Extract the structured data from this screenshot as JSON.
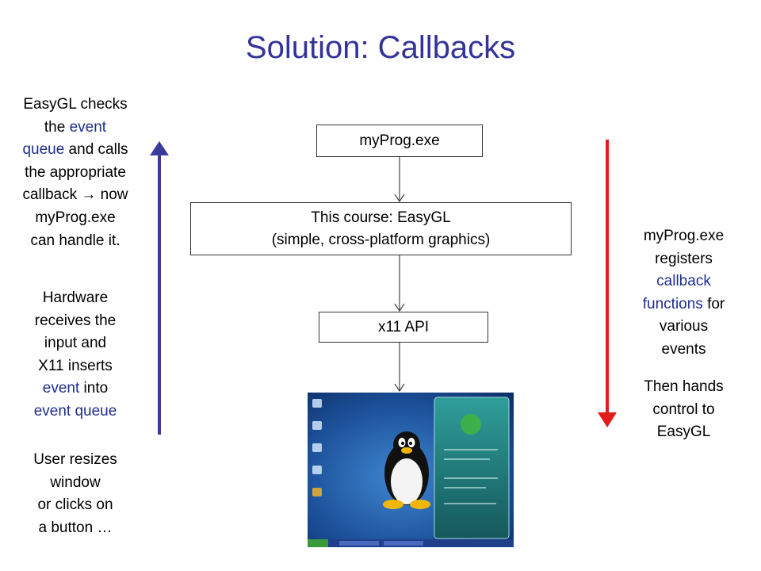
{
  "title": "Solution: Callbacks",
  "left_column": {
    "block1": {
      "l1": "EasyGL checks",
      "l2a": "the ",
      "l2b": "event",
      "l3a": "queue",
      "l3b": " and calls",
      "l4": "the appropriate",
      "l5a": "callback ",
      "l5arrow": "→",
      "l5b": " now",
      "l6": "myProg.exe",
      "l7": "can handle it."
    },
    "block2": {
      "l1": "Hardware",
      "l2": "receives the",
      "l3": "input and",
      "l4": "X11 inserts",
      "l5a": "event",
      "l5b": " into",
      "l6": "event queue"
    },
    "block3": {
      "l1": "User resizes",
      "l2": "window",
      "l3": "or  clicks on",
      "l4": "a button …"
    }
  },
  "right_column": {
    "block1": {
      "l1": "myProg.exe",
      "l2": "registers",
      "l3": "callback",
      "l4a": "functions",
      "l4b": " for",
      "l5": "various",
      "l6": "events"
    },
    "block2": {
      "l1": "Then hands",
      "l2": "control to",
      "l3": "EasyGL"
    }
  },
  "flow": {
    "box1": "myProg.exe",
    "box2_line1": "This course: EasyGL",
    "box2_line2": "(simple, cross-platform graphics)",
    "box3": "x11 API"
  },
  "colors": {
    "title": "#33339b",
    "highlight": "#1f2e8c",
    "up_arrow": "#3b3b9e",
    "down_arrow": "#e31b1b"
  },
  "icons": {
    "up": "up-arrow",
    "down": "down-arrow",
    "screenshot": "linux-desktop-screenshot"
  }
}
